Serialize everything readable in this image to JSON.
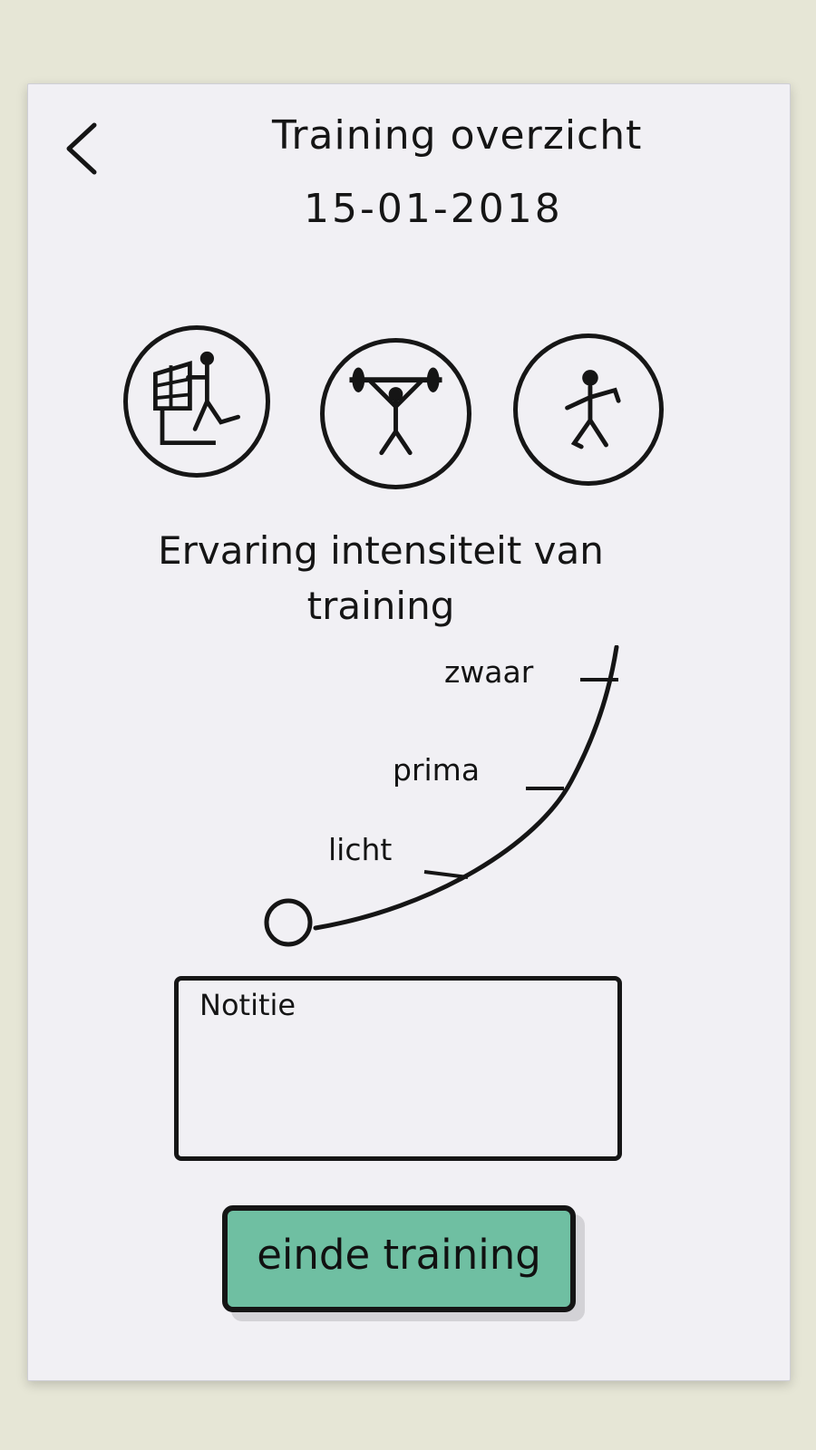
{
  "header": {
    "title": "Training overzicht",
    "date": "15-01-2018",
    "back_icon": "chevron-left-icon"
  },
  "activities": [
    {
      "name": "treadmill-running",
      "icon": "treadmill-runner-icon"
    },
    {
      "name": "weightlifting",
      "icon": "weightlifter-icon"
    },
    {
      "name": "stretching-exercise",
      "icon": "stick-figure-exercise-icon"
    }
  ],
  "intensity": {
    "question": "Ervaring intensiteit van training",
    "levels": [
      "zwaar",
      "prima",
      "licht"
    ]
  },
  "note": {
    "label": "Notitie"
  },
  "actions": {
    "end_label": "einde training",
    "end_color": "#6fbfa2"
  },
  "colors": {
    "ink": "#151515",
    "paper": "#f1f0f4",
    "background": "#e6e6d6"
  }
}
